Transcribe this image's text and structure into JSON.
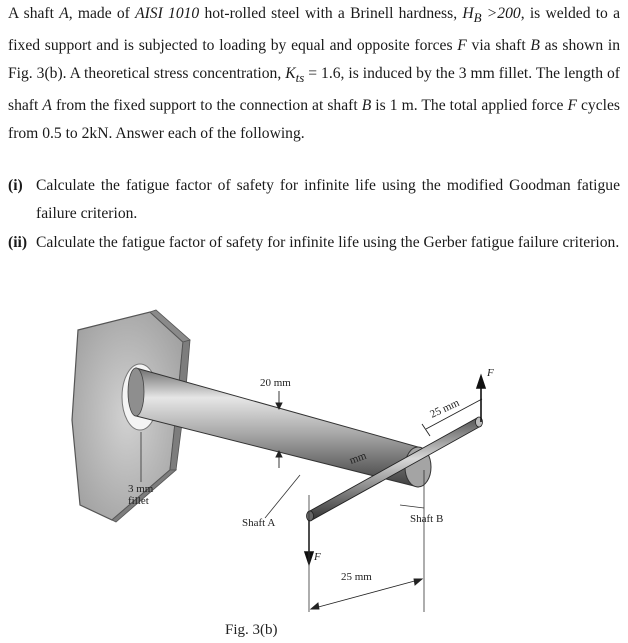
{
  "problem": {
    "p1": "A shaft ",
    "shaftA": "A",
    "p2": ", made of ",
    "material": "AISI 1010",
    "p3": " hot-rolled steel with a Brinell hardness, ",
    "hb": "H",
    "hb_sub": "B",
    "hb_val": " >200",
    "p4": ", is welded to a fixed support and is subjected to loading by equal and opposite forces ",
    "F1": "F",
    "p5": " via shaft ",
    "shaftB": "B",
    "p6": " as shown in Fig. 3(b). A theoretical stress concentration, ",
    "kts": "K",
    "kts_sub": "ts",
    "p7": " = 1.6, is induced by the 3 mm fillet. The length of shaft ",
    "shaftA2": "A",
    "p8": " from the fixed support to the connection at shaft ",
    "shaftB2": "B",
    "p9": " is 1 m. The total applied force ",
    "F2": "F",
    "p10": " cycles from 0.5 to 2kN. Answer each of the following."
  },
  "questions": [
    {
      "num": "(i)",
      "text": "Calculate the fatigue factor of safety for infinite life using the modified Goodman fatigue failure criterion."
    },
    {
      "num": "(ii)",
      "text": "Calculate the fatigue factor of safety for infinite life using the Gerber fatigue failure criterion."
    }
  ],
  "figure": {
    "dim_20mm": "20 mm",
    "dim_25mm_top": "25 mm",
    "dim_25mm_bottom": "25 mm",
    "dim_mm_partial": "mm",
    "fillet_line1": "3 mm",
    "fillet_line2": "fillet",
    "shaft_a_label": "Shaft A",
    "shaft_b_label": "Shaft B",
    "force_top": "F",
    "force_bottom": "F",
    "caption": "Fig. 3(b)"
  }
}
